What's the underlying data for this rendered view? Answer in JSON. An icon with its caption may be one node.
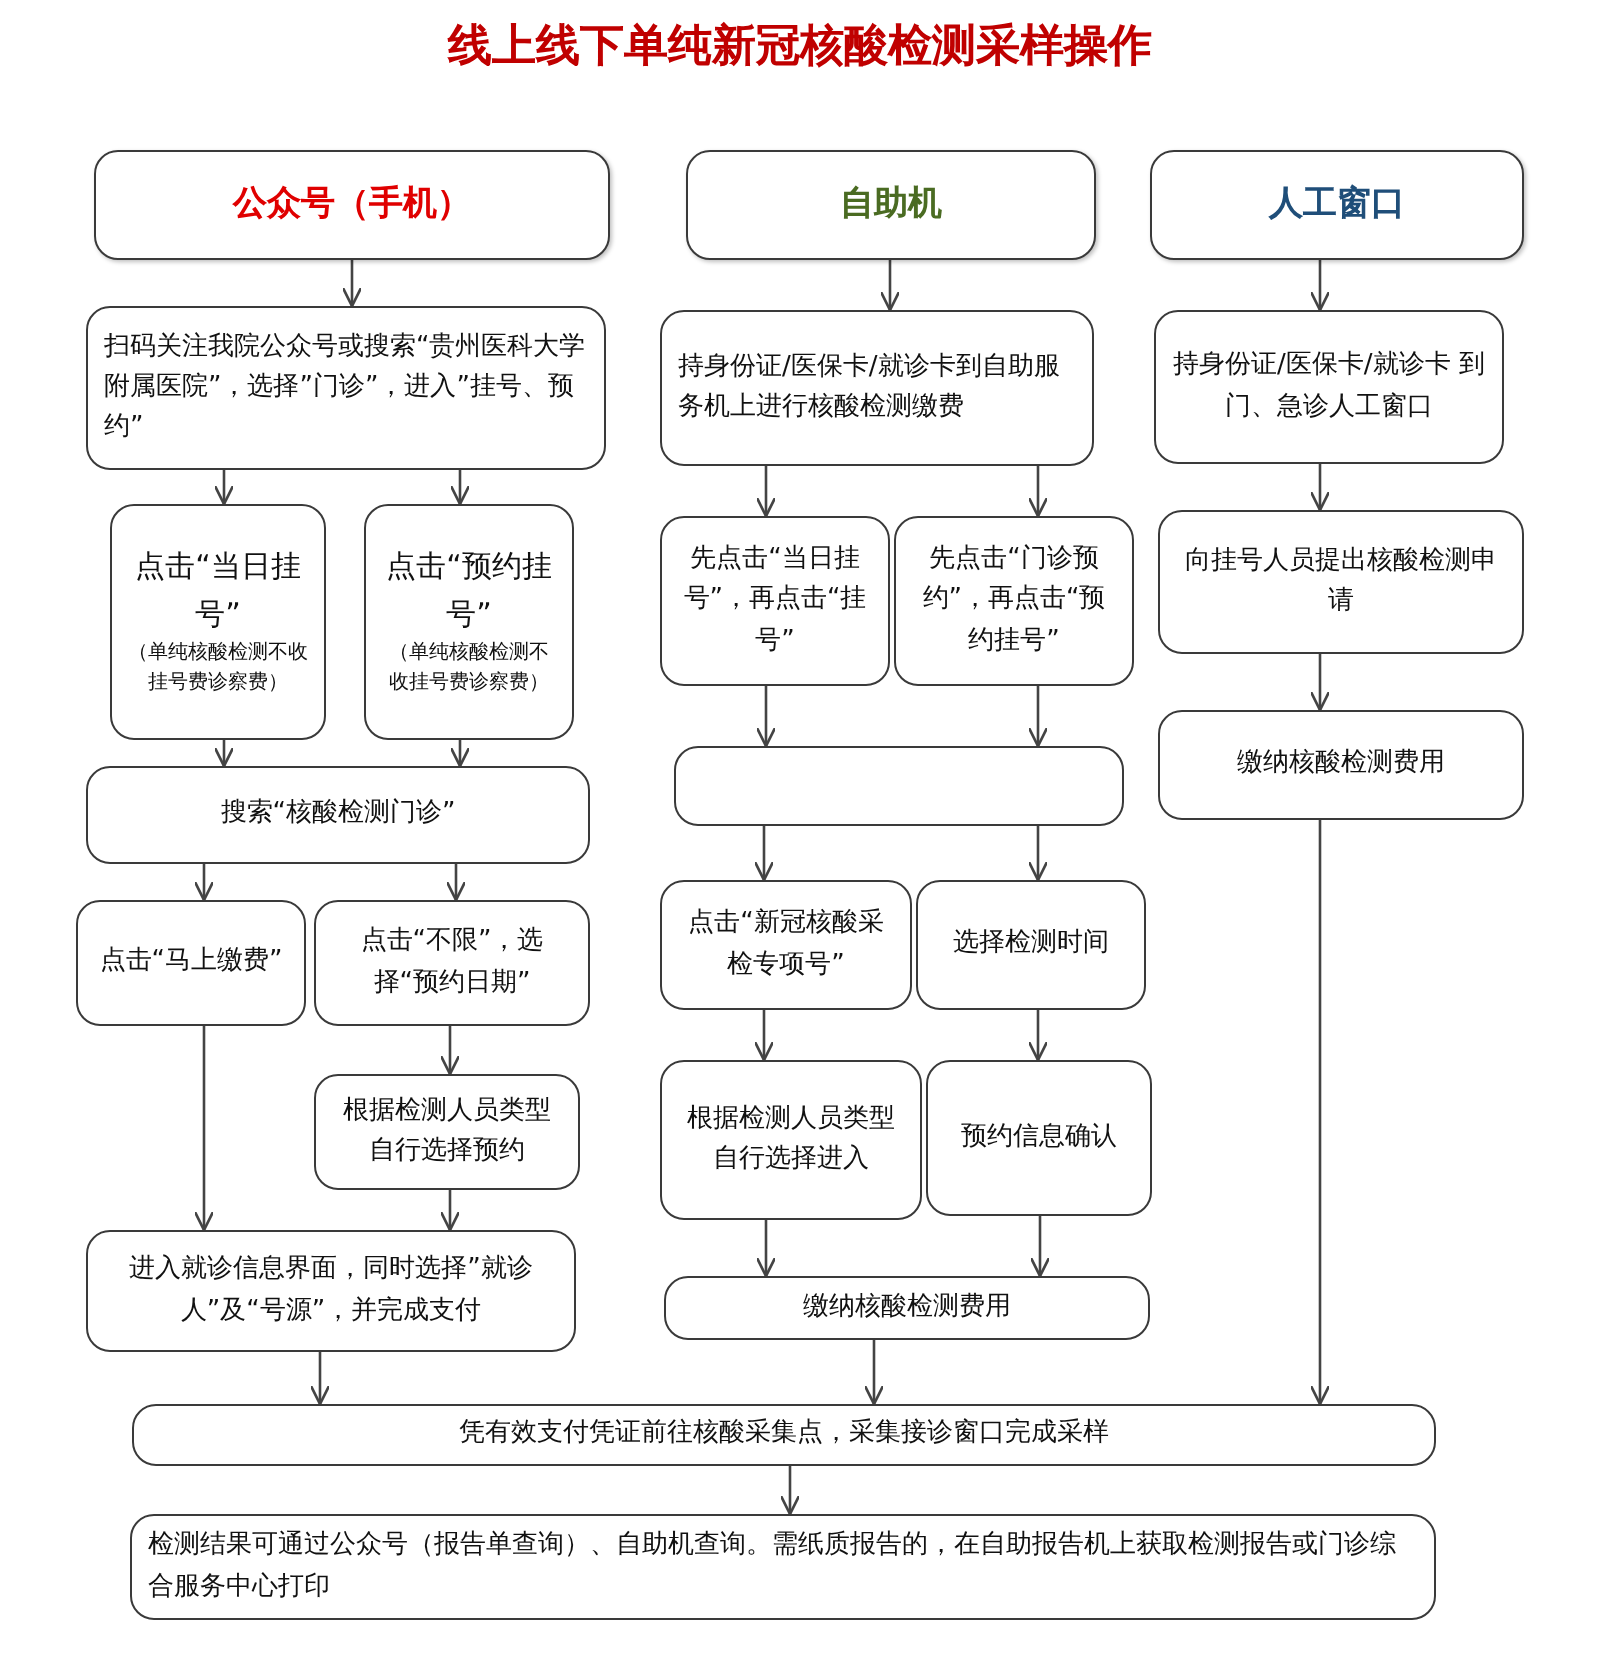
{
  "diagram": {
    "title": "线上线下单纯新冠核酸检测采样操作",
    "nodes": [
      {
        "text": [
          "公众号（手机）"
        ]
      },
      {
        "text": [
          "自助机"
        ]
      },
      {
        "text": [
          "人工窗口"
        ]
      },
      {
        "text": [
          "扫码关注我院公众号或搜索“贵州医科大学附属医院”，选择”门诊”，进入”挂号、预约”"
        ]
      },
      {
        "text": [
          "持身份证/医保卡/就诊卡到自助服务机上进行核酸检测缴费"
        ]
      },
      {
        "text": [
          "持身份证/医保卡/就诊卡 到门、急诊人工窗口"
        ]
      },
      {
        "text": [
          "点击“当日挂号”",
          "（单纯核酸检测不收挂号费诊察费）"
        ]
      },
      {
        "text": [
          "点击“预约挂号”",
          "（单纯核酸检测不收挂号费诊察费）"
        ]
      },
      {
        "text": [
          "先点击“当日挂号”，再点击“挂号”"
        ]
      },
      {
        "text": [
          "先点击“门诊预约”，再点击“预约挂号”"
        ]
      },
      {
        "text": [
          "向挂号人员提出核酸检测申请"
        ]
      },
      {
        "text": [
          "搜索“核酸检测门诊”"
        ]
      },
      {
        "text": [],
        "shape": "box"
      },
      {
        "text": [
          "缴纳核酸检测费用"
        ]
      },
      {
        "text": [
          "点击“马上缴费”"
        ]
      },
      {
        "text": [
          "点击“不限”，选择“预约日期”"
        ]
      },
      {
        "text": [
          "点击“新冠核酸采检专项号”"
        ]
      },
      {
        "text": [
          "选择检测时间"
        ]
      },
      {
        "text": [
          "根据检测人员类型自行选择预约"
        ]
      },
      {
        "text": [
          "根据检测人员类型自行选择进入"
        ]
      },
      {
        "text": [
          "预约信息确认"
        ]
      },
      {
        "text": [
          "进入就诊信息界面，同时选择”就诊人”及“号源”，并完成支付"
        ]
      },
      {
        "text": [
          "缴纳核酸检测费用"
        ]
      },
      {
        "text": [
          "凭有效支付凭证前往核酸采集点，采集接诊窗口完成采样"
        ]
      },
      {
        "text": [
          "检测结果可通过公众号（报告单查询）、自助机查询。需纸质报告的，在自助报告机上获取检测报告或门诊综合服务中心打印"
        ]
      }
    ],
    "edges": [
      {
        "from": 0,
        "to": 3,
        "arrow": "to"
      },
      {
        "from": 1,
        "to": 4,
        "arrow": "to"
      },
      {
        "from": 2,
        "to": 5,
        "arrow": "to"
      },
      {
        "from": 3,
        "to": 6,
        "arrow": "to"
      },
      {
        "from": 3,
        "to": 7,
        "arrow": "to"
      },
      {
        "from": 4,
        "to": 8,
        "arrow": "to"
      },
      {
        "from": 4,
        "to": 9,
        "arrow": "to"
      },
      {
        "from": 5,
        "to": 10,
        "arrow": "to"
      },
      {
        "from": 6,
        "to": 11,
        "arrow": "to"
      },
      {
        "from": 7,
        "to": 11,
        "arrow": "to"
      },
      {
        "from": 8,
        "to": 12,
        "arrow": "to"
      },
      {
        "from": 9,
        "to": 12,
        "arrow": "to"
      },
      {
        "from": 10,
        "to": 13,
        "arrow": "to"
      },
      {
        "from": 11,
        "to": 14,
        "arrow": "to"
      },
      {
        "from": 11,
        "to": 15,
        "arrow": "to"
      },
      {
        "from": 12,
        "to": 16,
        "arrow": "to"
      },
      {
        "from": 12,
        "to": 17,
        "arrow": "to"
      },
      {
        "from": 14,
        "to": 21,
        "arrow": "to"
      },
      {
        "from": 15,
        "to": 18,
        "arrow": "to"
      },
      {
        "from": 18,
        "to": 21,
        "arrow": "to"
      },
      {
        "from": 16,
        "to": 19,
        "arrow": "to"
      },
      {
        "from": 17,
        "to": 20,
        "arrow": "to"
      },
      {
        "from": 19,
        "to": 22,
        "arrow": "to"
      },
      {
        "from": 20,
        "to": 22,
        "arrow": "to"
      },
      {
        "from": 21,
        "to": 23,
        "arrow": "to"
      },
      {
        "from": 22,
        "to": 23,
        "arrow": "to"
      },
      {
        "from": 13,
        "to": 23,
        "arrow": "to"
      },
      {
        "from": 23,
        "to": 24,
        "arrow": "to"
      }
    ]
  }
}
